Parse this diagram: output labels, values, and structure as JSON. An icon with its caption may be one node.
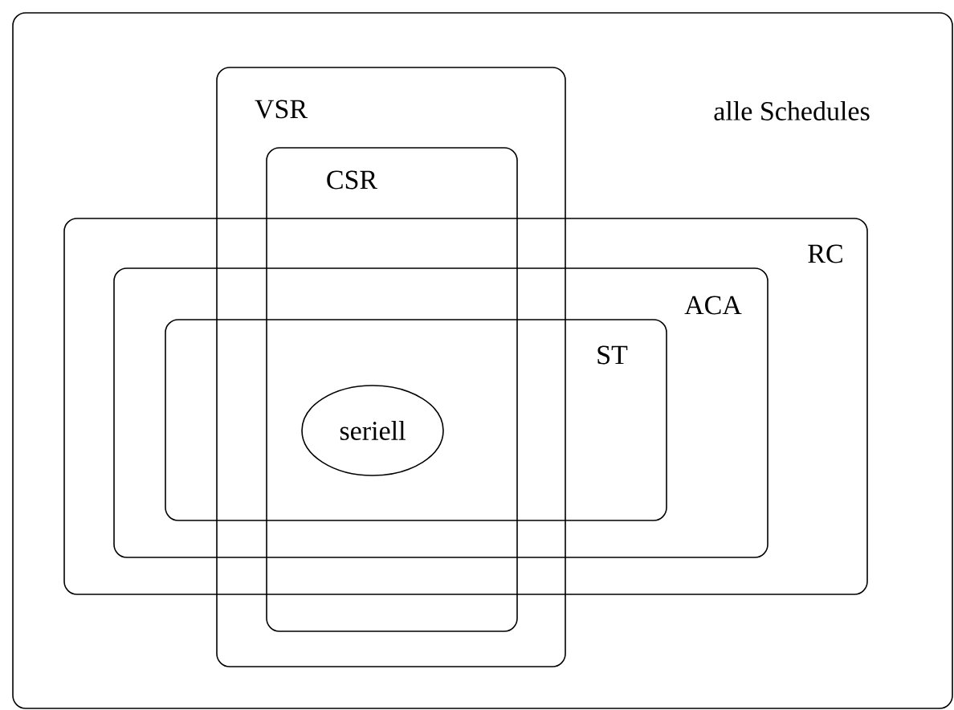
{
  "diagram": {
    "nodes": [
      {
        "text": [
          "alle Schedules"
        ]
      },
      {
        "text": [
          "VSR"
        ],
        "in": 0
      },
      {
        "text": [
          "CSR"
        ],
        "in": 1
      },
      {
        "text": [
          "RC"
        ],
        "in": 0
      },
      {
        "text": [
          "ACA"
        ],
        "in": 3
      },
      {
        "text": [
          "ST"
        ],
        "in": 4
      },
      {
        "text": [
          "seriell"
        ]
      }
    ]
  }
}
